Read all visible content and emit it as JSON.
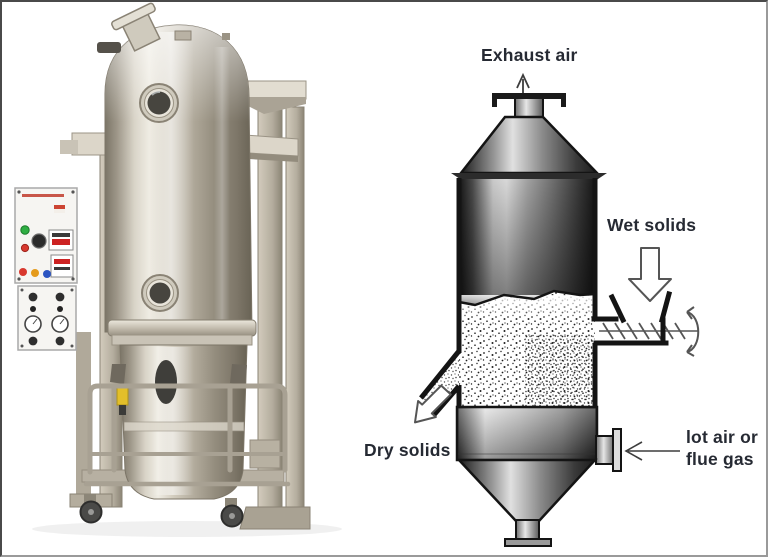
{
  "frame": {
    "background": "#ffffff",
    "border_color": "#8f8f8f"
  },
  "photo": {
    "alt": "Fluid bed dryer machine photograph",
    "panel_colors": {
      "indicator_green": "#2fae43",
      "indicator_red": "#d8382e",
      "button_orange": "#e59b1c",
      "button_blue": "#2c55c2",
      "tag_yellow": "#e3bf2a"
    }
  },
  "diagram": {
    "line_color": "#141414",
    "label_color": "#262a33",
    "labels": {
      "exhaust_air": "Exhaust air",
      "wet_solids": "Wet solids",
      "dry_solids": "Dry solids",
      "inlet_air_line1": "lot air or",
      "inlet_air_line2": "flue gas"
    }
  }
}
